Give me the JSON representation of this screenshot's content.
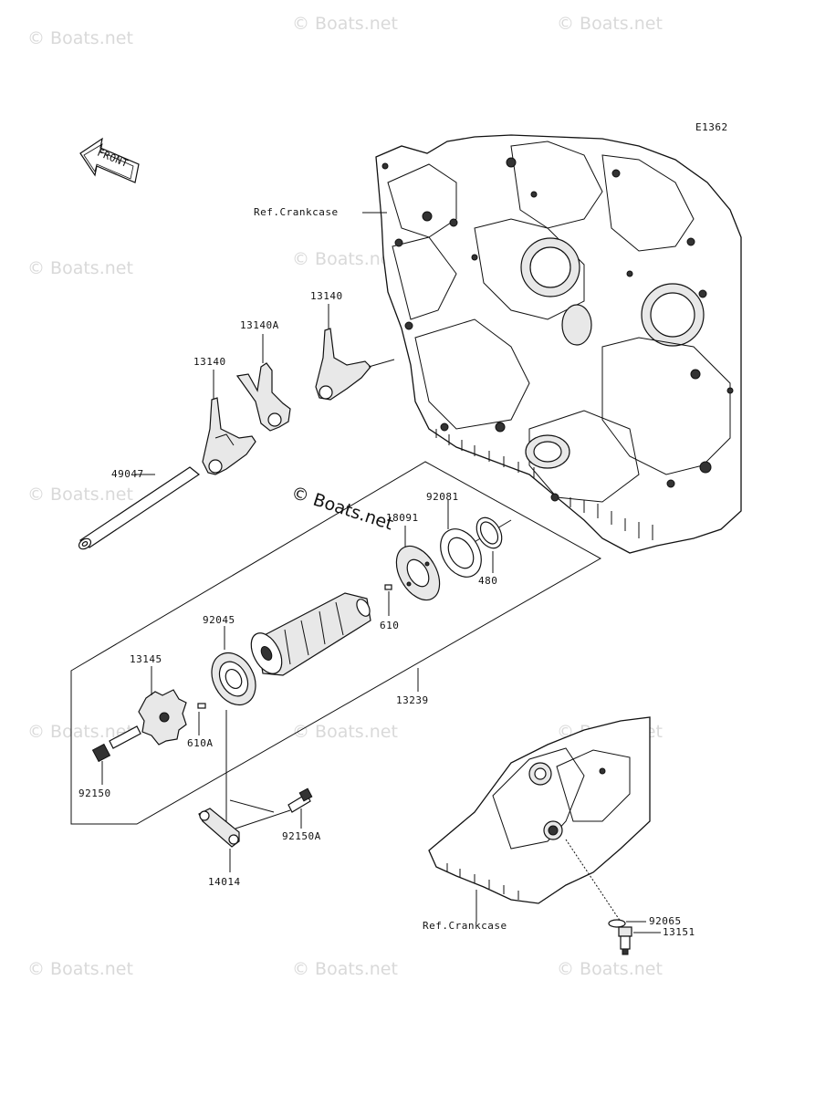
{
  "watermark": "© Boats.net",
  "center_watermark": "© Boats.net",
  "diagram_code": "E1362",
  "front_label": "FRONT",
  "ref_labels": {
    "top": "Ref.Crankcase",
    "bottom": "Ref.Crankcase"
  },
  "parts": {
    "p13140_left": "13140",
    "p13140A": "13140A",
    "p13140_right": "13140",
    "p49047": "49047",
    "p92081": "92081",
    "p18091": "18091",
    "p480": "480",
    "p610": "610",
    "p92045": "92045",
    "p13145": "13145",
    "p13239": "13239",
    "p610A": "610A",
    "p92150": "92150",
    "p92150A": "92150A",
    "p14014": "14014",
    "p92065": "92065",
    "p13151": "13151"
  }
}
